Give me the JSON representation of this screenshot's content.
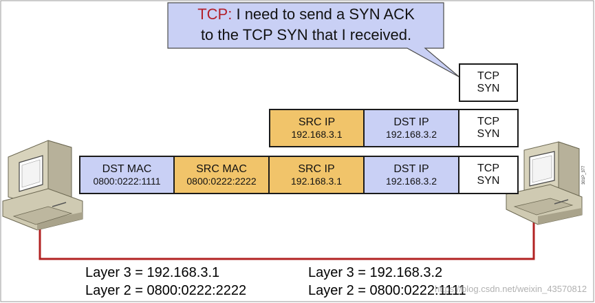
{
  "callout": {
    "highlight": "TCP:",
    "rest_line1": " I need to send a SYN ACK",
    "line2": "to the TCP SYN that I received."
  },
  "rows": {
    "top": [
      {
        "title": "TCP",
        "value": "SYN"
      }
    ],
    "middle": [
      {
        "title": "SRC IP",
        "value": "192.168.3.1"
      },
      {
        "title": "DST IP",
        "value": "192.168.3.2"
      },
      {
        "title": "TCP",
        "value": "SYN"
      }
    ],
    "bottom": [
      {
        "title": "DST MAC",
        "value": "0800:0222:1111"
      },
      {
        "title": "SRC MAC",
        "value": "0800:0222:2222"
      },
      {
        "title": "SRC IP",
        "value": "192.168.3.1"
      },
      {
        "title": "DST IP",
        "value": "192.168.3.2"
      },
      {
        "title": "TCP",
        "value": "SYN"
      }
    ]
  },
  "hosts": {
    "left": {
      "layer3": "Layer 3 = 192.168.3.1",
      "layer2": "Layer 2 = 0800:0222:2222"
    },
    "right": {
      "layer3": "Layer 3 = 192.168.3.2",
      "layer2": "Layer 2 = 0800:0222:1111"
    }
  },
  "side_code": "301P_377",
  "watermark": "https://blog.csdn.net/weixin_43570812",
  "colors": {
    "blue_field": "#c9d0f5",
    "orange_field": "#f1c46a",
    "white_field": "#ffffff",
    "callout_fill": "#c9d0f5",
    "cable": "#b22222"
  }
}
